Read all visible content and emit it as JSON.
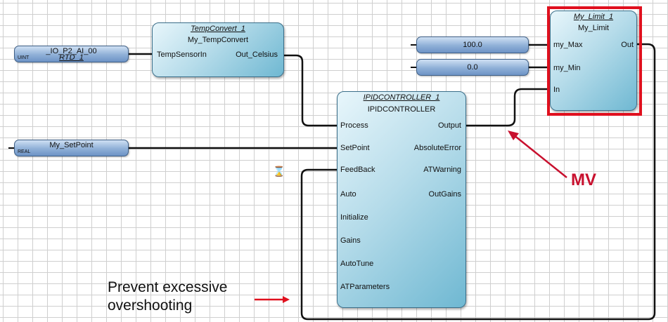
{
  "blocks": {
    "temp_convert": {
      "instance": "TempConvert_1",
      "type": "My_TempConvert",
      "inputs": [
        "TempSensorIn"
      ],
      "outputs": [
        "Out_Celsius"
      ]
    },
    "pid": {
      "instance": "IPIDCONTROLLER_1",
      "type": "IPIDCONTROLLER",
      "inputs": [
        "Process",
        "SetPoint",
        "FeedBack",
        "Auto",
        "Initialize",
        "Gains",
        "AutoTune",
        "ATParameters"
      ],
      "outputs": [
        "Output",
        "AbsoluteError",
        "ATWarning",
        "OutGains"
      ]
    },
    "limit": {
      "instance": "My_Limit_1",
      "type": "My_Limit",
      "inputs": [
        "my_Max",
        "my_Min",
        "In"
      ],
      "outputs": [
        "Out"
      ]
    }
  },
  "variables": {
    "io": {
      "name": "_IO_P2_AI_00",
      "alias": "RTD_1",
      "datatype": "UINT"
    },
    "setpoint": {
      "name": "My_SetPoint",
      "datatype": "REAL"
    }
  },
  "constants": {
    "max": "100.0",
    "min": "0.0"
  },
  "annotations": {
    "mv": "MV",
    "prevent_line1": "Prevent excessive",
    "prevent_line2": "overshooting"
  },
  "colors": {
    "annotation": "#c8102e",
    "highlight_border": "#e0101e"
  }
}
